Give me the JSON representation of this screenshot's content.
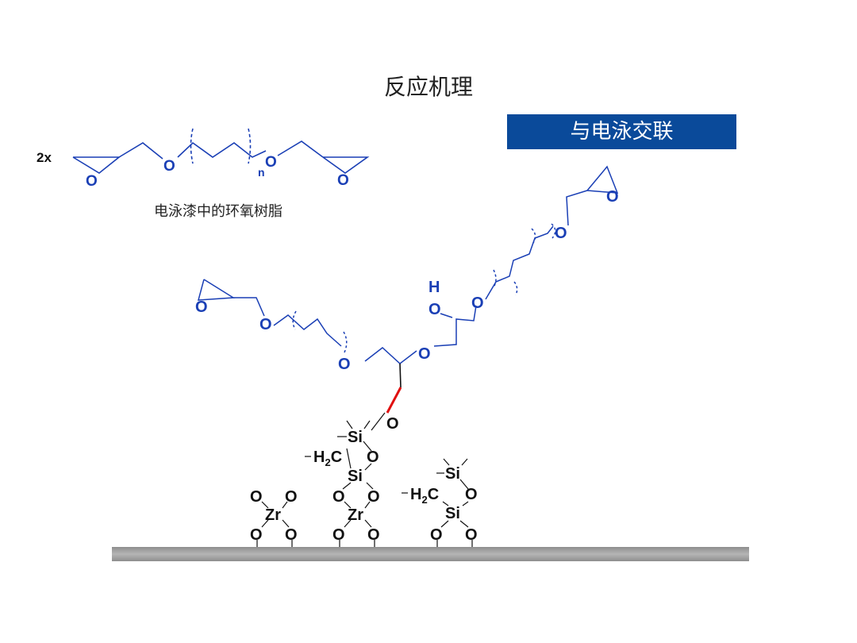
{
  "title": "反应机理",
  "banner": "与电泳交联",
  "caption": "电泳漆中的环氧树脂",
  "multiplier": "2x",
  "atoms": {
    "O": "O",
    "n": "n",
    "H": "H",
    "Si": "Si",
    "Zr": "Zr",
    "H2": "H",
    "two": "2",
    "C": "C"
  },
  "colors": {
    "molecule_blue": "#1a3fb5",
    "bond_black": "#111111",
    "highlight_bond": "#e01010",
    "banner_bg": "#0a4a9a",
    "substrate_gray": "#9a9a9a"
  }
}
